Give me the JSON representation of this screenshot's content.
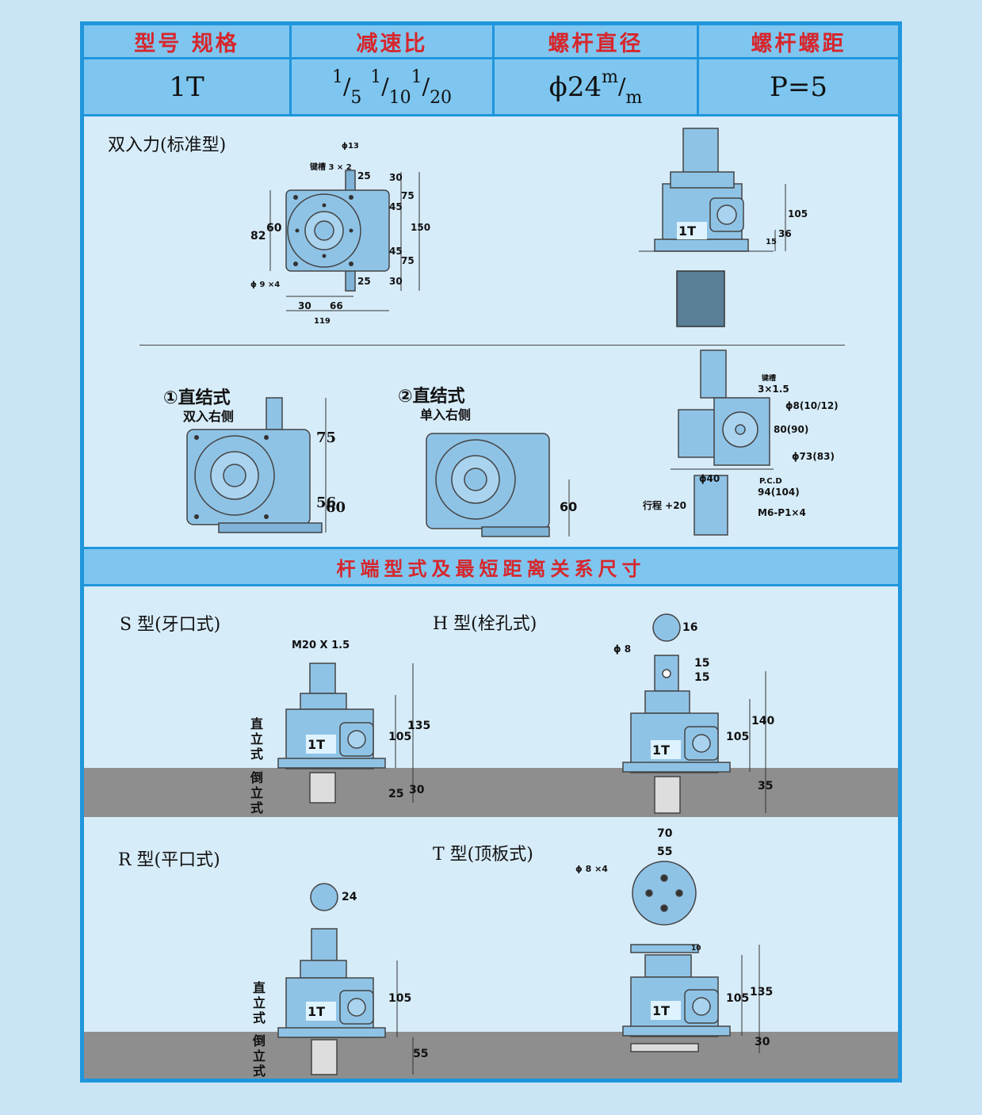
{
  "spec_table": {
    "headers": [
      "型号 规格",
      "减速比",
      "螺杆直径",
      "螺杆螺距"
    ],
    "model": "1T",
    "ratios": [
      {
        "n": "1",
        "d": "5"
      },
      {
        "n": "1",
        "d": "10"
      },
      {
        "n": "1",
        "d": "20"
      }
    ],
    "screw_diameter": {
      "symbol": "ϕ",
      "value": "24",
      "unit_top": "m",
      "unit_bottom": "m"
    },
    "screw_pitch": "P=5"
  },
  "section_double_input": {
    "title": "双入力(标准型)",
    "keyway": "键槽 3 × 2",
    "shaft_dia": "ϕ13",
    "holes": "ϕ 9 ×4",
    "dims": [
      "25",
      "30",
      "75",
      "45",
      "150",
      "45",
      "75",
      "25",
      "30",
      "82",
      "60",
      "30",
      "66",
      "119"
    ],
    "side_dims": [
      "105",
      "36",
      "15"
    ],
    "badge": "1T"
  },
  "section_direct": {
    "option1": {
      "title": "①直结式",
      "subtitle": "双入右侧",
      "dims": [
        "75",
        "56",
        "60"
      ]
    },
    "option2": {
      "title": "②直结式",
      "subtitle": "单入右侧",
      "dims": [
        "60"
      ]
    },
    "motor_flange": {
      "keyway": "键槽",
      "keyway_size": "3×1.5",
      "shaft": "ϕ8(10/12)",
      "spigot": "80(90)",
      "bolt": "ϕ73(83)",
      "pcd_label": "P.C.D",
      "pcd": "94(104)",
      "tube": "ϕ40",
      "stroke": "行程 +20",
      "bolts": "M6-P1×4"
    }
  },
  "section_rod_end_title": "杆端型式及最短距离关系尺寸",
  "rod_ends": {
    "s_type": {
      "title": "S 型(牙口式)",
      "thread": "M20 X 1.5",
      "dims": [
        "135",
        "105",
        "30",
        "25"
      ]
    },
    "h_type": {
      "title": "H 型(栓孔式)",
      "dims": [
        "16",
        "ϕ 8",
        "15",
        "15",
        "140",
        "105",
        "35"
      ]
    },
    "r_type": {
      "title": "R 型(平口式)",
      "dims": [
        "24",
        "105",
        "55"
      ]
    },
    "t_type": {
      "title": "T 型(顶板式)",
      "dims": [
        "70",
        "55",
        "ϕ 8 ×4",
        "10",
        "135",
        "105",
        "30"
      ]
    },
    "upright_label": "直立式",
    "inverted_label": "倒立式",
    "badge": "1T"
  },
  "colors": {
    "frame": "#1f96dc",
    "band": "#7ec6ef",
    "panel": "#d7ecf9",
    "part": "#8fc3e6",
    "header_text": "#d7262c",
    "ground": "#8e8e8e"
  }
}
